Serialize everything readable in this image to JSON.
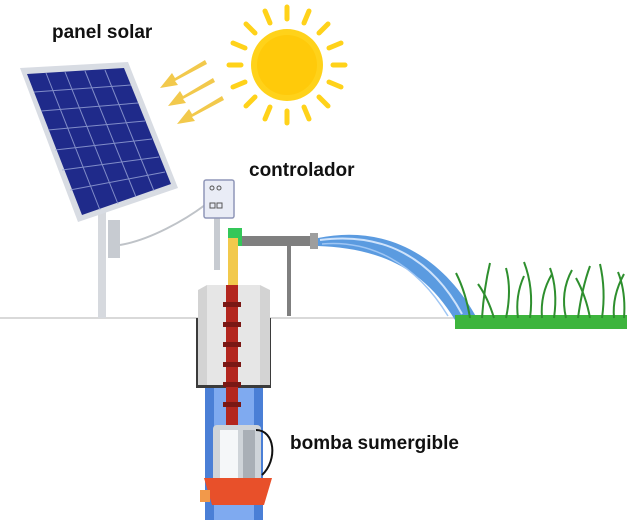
{
  "labels": {
    "solar_panel": "panel solar",
    "controller": "controlador",
    "pump": "bomba sumergible"
  },
  "colors": {
    "sun": "#FFD21A",
    "sun_core": "#FFC400",
    "sun_arrows": "#F2C94C",
    "panel_cell": "#1F2A8A",
    "panel_frame": "#D8DCE3",
    "water": "#5B9BE0",
    "grass": "#3DB53D",
    "pipe": "#B3261E",
    "pump_body": "#E8502A",
    "well": "#4A7FD6"
  },
  "icons": [
    "sun-icon",
    "solar-panel-icon",
    "controller-box-icon",
    "submersible-pump-icon",
    "water-stream-icon",
    "grass-icon"
  ]
}
